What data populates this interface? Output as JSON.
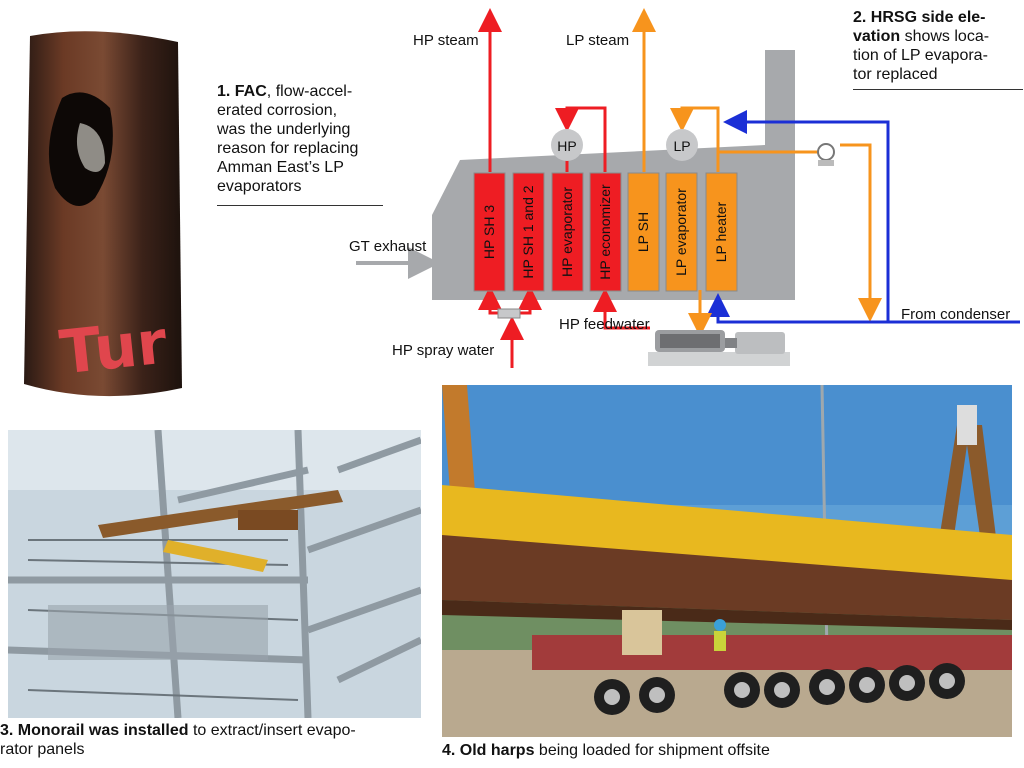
{
  "captions": {
    "fig1": {
      "lines": [
        {
          "bold": "1. FAC",
          "text": ", flow-accel-"
        },
        {
          "bold": "",
          "text": "erated corrosion,"
        },
        {
          "bold": "",
          "text": "was the underlying"
        },
        {
          "bold": "",
          "text": "reason for replacing"
        },
        {
          "bold": "",
          "text": "Amman East’s LP"
        },
        {
          "bold": "",
          "text": "evaporators"
        }
      ]
    },
    "fig2": {
      "lines": [
        {
          "bold": "2. HRSG side ele-",
          "text": ""
        },
        {
          "bold": "vation",
          "text": " shows loca-"
        },
        {
          "bold": "",
          "text": "tion of LP evapora-"
        },
        {
          "bold": "",
          "text": "tor replaced"
        }
      ]
    },
    "fig3": {
      "bold": "3. Monorail was installed",
      "line1_rest": " to extract/insert evapo-",
      "line2": "rator panels"
    },
    "fig4": {
      "bold": "4. Old harps",
      "rest": " being loaded for shipment offsite"
    }
  },
  "diagram": {
    "labels": {
      "hp_steam": "HP steam",
      "lp_steam": "LP steam",
      "gt_exhaust": "GT exhaust",
      "from_condenser": "From condenser",
      "hp_feedwater": "HP feedwater",
      "hp_spray_water": "HP spray water",
      "hp_drum": "HP",
      "lp_drum": "LP"
    },
    "sections": [
      {
        "label": "HP SH 3",
        "color": "#ee1d23"
      },
      {
        "label": "HP SH 1 and 2",
        "color": "#ee1d23"
      },
      {
        "label": "HP evaporator",
        "color": "#ee1d23"
      },
      {
        "label": "HP economizer",
        "color": "#ee1d23"
      },
      {
        "label": "LP SH",
        "color": "#f7941d"
      },
      {
        "label": "LP evaporator",
        "color": "#f7941d"
      },
      {
        "label": "LP heater",
        "color": "#f7941d"
      }
    ],
    "colors": {
      "hp": "#ee1d23",
      "lp": "#f7941d",
      "condensate": "#1b2fd6",
      "casing": "#a7a9ac"
    }
  },
  "photos": {
    "tube_marking": "Tur"
  }
}
